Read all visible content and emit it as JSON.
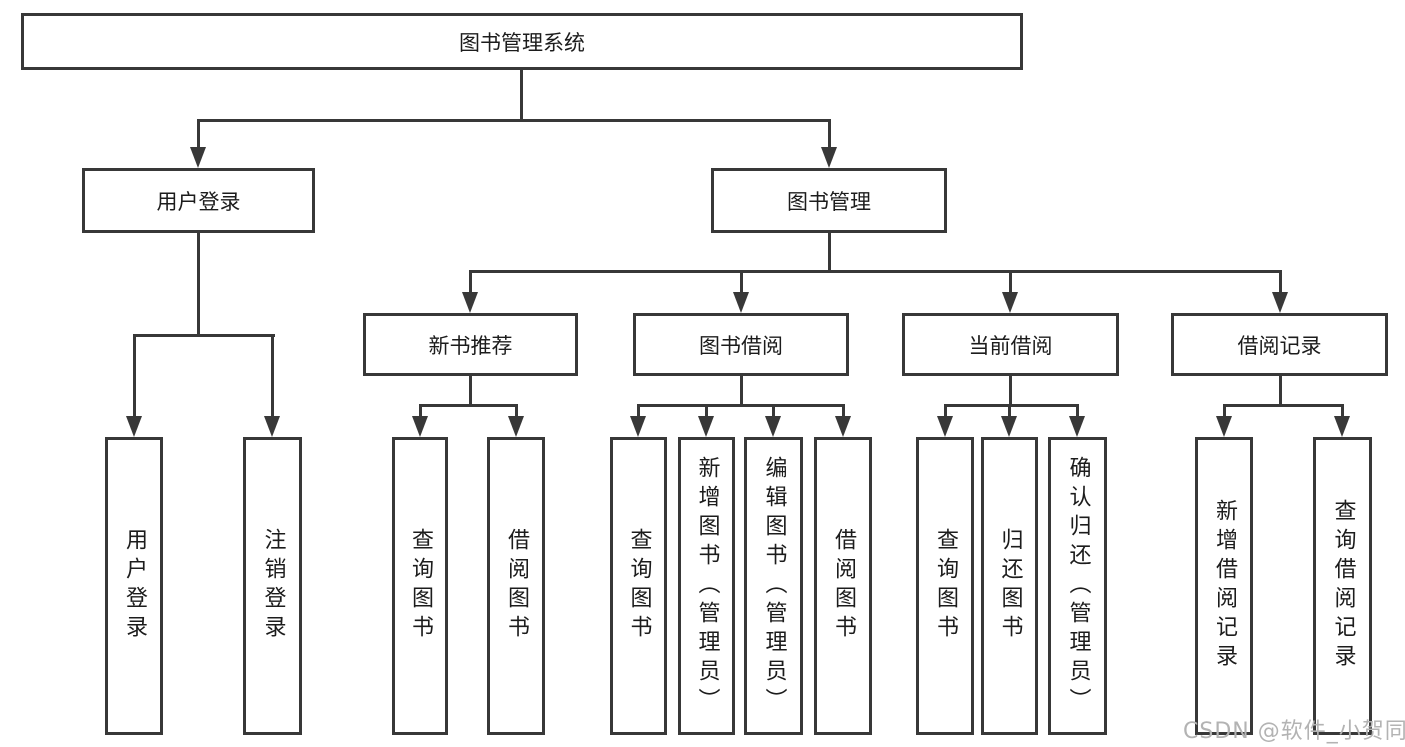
{
  "colors": {
    "line": "#383838",
    "box_border": "#383838",
    "text": "#1c1c1c",
    "watermark": "#b3b3b3",
    "background": "#ffffff"
  },
  "watermark": "CSDN @软件_小贺同学",
  "tree": {
    "root": "图书管理系统",
    "branches": [
      {
        "label": "用户登录",
        "children": [
          "用户登录",
          "注销登录"
        ]
      },
      {
        "label": "图书管理",
        "modules": [
          {
            "label": "新书推荐",
            "children": [
              "查询图书",
              "借阅图书"
            ]
          },
          {
            "label": "图书借阅",
            "children": [
              "查询图书",
              "新增图书（管理员）",
              "编辑图书（管理员）",
              "借阅图书"
            ]
          },
          {
            "label": "当前借阅",
            "children": [
              "查询图书",
              "归还图书",
              "确认归还（管理员）"
            ]
          },
          {
            "label": "借阅记录",
            "children": [
              "新增借阅记录",
              "查询借阅记录"
            ]
          }
        ]
      }
    ]
  }
}
